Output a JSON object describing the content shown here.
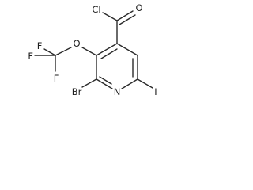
{
  "atoms": {
    "acyl_chlorine": "Cl",
    "carbonyl_oxygen": "O",
    "ether_oxygen": "O",
    "fluorine_top": "F",
    "fluorine_left": "F",
    "fluorine_bottom": "F",
    "bromine": "Br",
    "ring_nitrogen": "N",
    "iodine": "I"
  }
}
